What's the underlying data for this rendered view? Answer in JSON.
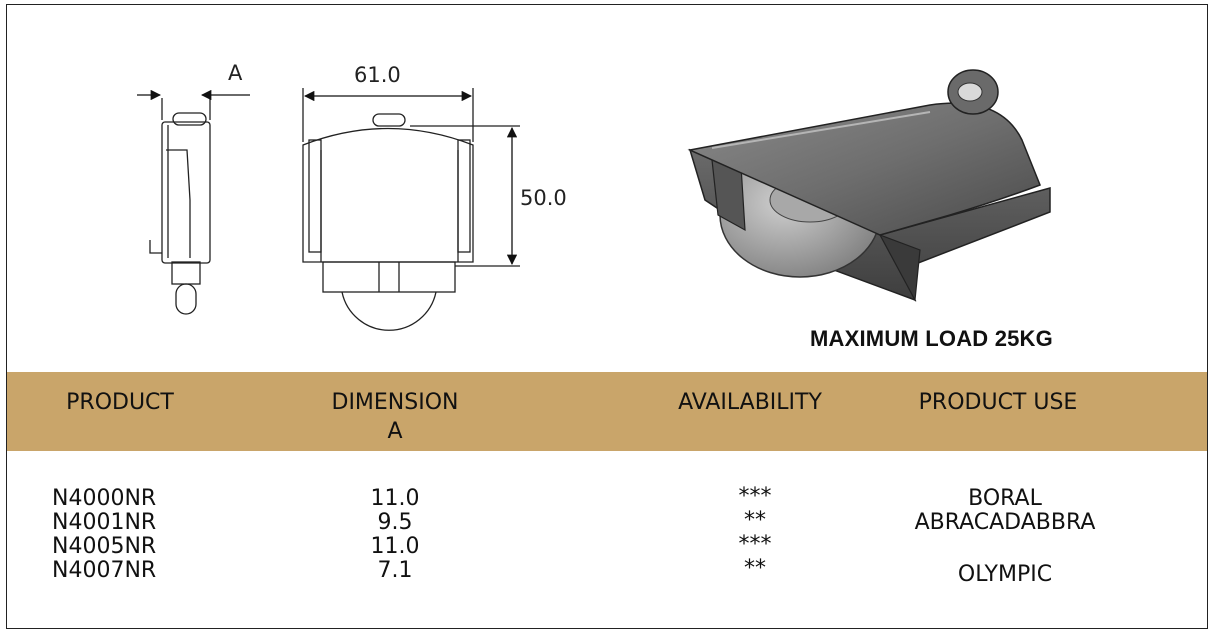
{
  "drawing": {
    "dim_a_label": "A",
    "dim_width_label": "61.0",
    "dim_height_label": "50.0"
  },
  "load_text": "MAXIMUM LOAD 25KG",
  "table": {
    "headers": {
      "product": "PRODUCT",
      "dimension_line1": "DIMENSION",
      "dimension_line2": "A",
      "availability": "AVAILABILITY",
      "product_use": "PRODUCT USE"
    },
    "rows": [
      {
        "product": "N4000NR",
        "dimension": "11.0",
        "availability": "***",
        "use": "BORAL"
      },
      {
        "product": "N4001NR",
        "dimension": "9.5",
        "availability": "**",
        "use": "ABRACADABBRA"
      },
      {
        "product": "N4005NR",
        "dimension": "11.0",
        "availability": "***",
        "use": ""
      },
      {
        "product": "N4007NR",
        "dimension": "7.1",
        "availability": "**",
        "use": "OLYMPIC"
      }
    ]
  },
  "colors": {
    "header_band": "#c9a56a",
    "product_body": "#5c5c5c"
  }
}
